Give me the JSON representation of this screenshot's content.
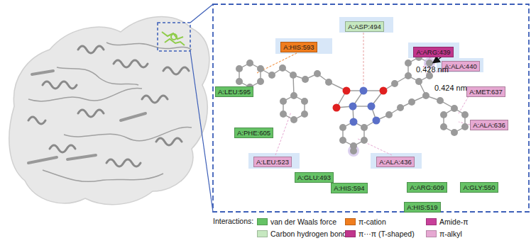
{
  "diagram": {
    "nodes": [
      {
        "text": [
          "A:ASP:494"
        ]
      },
      {
        "text": [
          "A:HIS:593"
        ]
      },
      {
        "text": [
          "A:ARG:439"
        ]
      },
      {
        "text": [
          "A:ALA:440"
        ]
      },
      {
        "text": [
          "A:LEU:595"
        ]
      },
      {
        "text": [
          "A:MET:637"
        ]
      },
      {
        "text": [
          "A:ALA:636"
        ]
      },
      {
        "text": [
          "A:PHE:605"
        ]
      },
      {
        "text": [
          "A:LEU:523"
        ]
      },
      {
        "text": [
          "A:ALA:436"
        ]
      },
      {
        "text": [
          "A:GLU:493"
        ]
      },
      {
        "text": [
          "A:ARG:609"
        ]
      },
      {
        "text": [
          "A:GLY:550"
        ]
      },
      {
        "text": [
          "A:HIS:594"
        ]
      },
      {
        "text": [
          "A:HIS:519"
        ]
      }
    ],
    "labels": [
      "0.428 nm",
      "0.424 nm",
      "Interactions:"
    ],
    "legend": [
      {
        "text": "van der Waals force",
        "color": "#66c266"
      },
      {
        "text": "π-cation",
        "color": "#f07d1e"
      },
      {
        "text": "Amide-π",
        "color": "#c8409a"
      },
      {
        "text": "Carbon hydrogen bond",
        "color": "#c6e8c0"
      },
      {
        "text": "π···π (T-shaped)",
        "color": "#c0358c"
      },
      {
        "text": "π-alkyl",
        "color": "#e6a8d2"
      }
    ]
  }
}
